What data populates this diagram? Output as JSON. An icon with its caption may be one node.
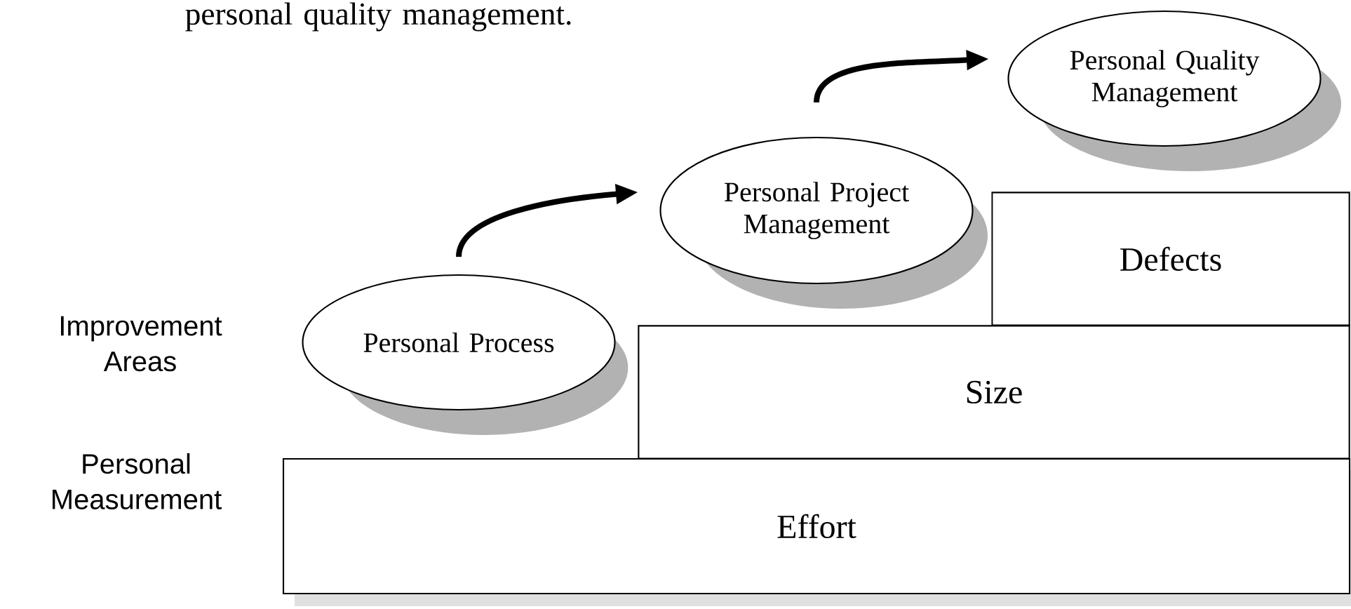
{
  "diagram": {
    "nodes": [
      {
        "text": [
          "Personal Process"
        ]
      },
      {
        "text": [
          "Personal Project Management"
        ]
      },
      {
        "text": [
          "Personal Quality Management"
        ]
      },
      {
        "text": [
          "Defects"
        ]
      },
      {
        "text": [
          "Size"
        ]
      },
      {
        "text": [
          "Effort"
        ]
      }
    ],
    "edges": [
      {
        "from": 0,
        "to": 1,
        "arrow": "to"
      },
      {
        "from": 1,
        "to": 2,
        "arrow": "to"
      }
    ],
    "labels": [
      "personal quality management.",
      "Improvement Areas",
      "Personal Measurement"
    ]
  }
}
